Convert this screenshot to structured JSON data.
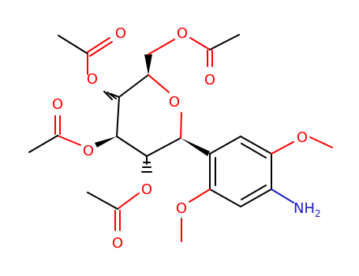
{
  "molecule": {
    "atoms": {
      "ring_oxygen": "O",
      "ester_oxygen": "O",
      "carbonyl_oxygen": "O",
      "methoxy_oxygen": "O",
      "amine_label": "NH",
      "amine_subscript": "2"
    },
    "colors": {
      "oxygen": "#ff0000",
      "nitrogen": "#1a1ac8",
      "carbon_bond": "#000000"
    }
  }
}
